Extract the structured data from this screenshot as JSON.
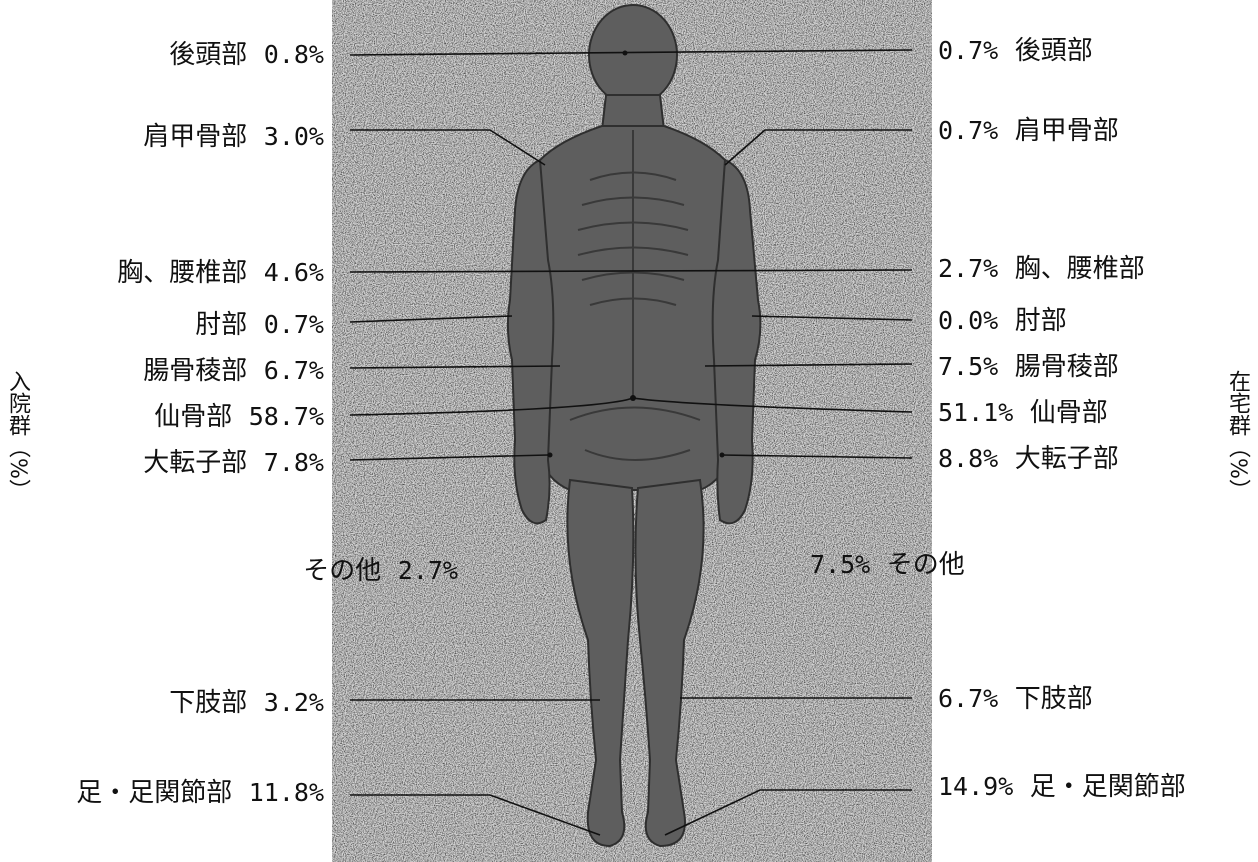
{
  "group_left": "入院群（%）",
  "group_right": "在宅群（%）",
  "sites": [
    {
      "name": "後頭部",
      "inpatient": "0.8%",
      "home": "0.7%"
    },
    {
      "name": "肩甲骨部",
      "inpatient": "3.0%",
      "home": "0.7%"
    },
    {
      "name": "胸、腰椎部",
      "inpatient": "4.6%",
      "home": "2.7%"
    },
    {
      "name": "肘部",
      "inpatient": "0.7%",
      "home": "0.0%"
    },
    {
      "name": "腸骨稜部",
      "inpatient": "6.7%",
      "home": "7.5%"
    },
    {
      "name": "仙骨部",
      "inpatient": "58.7%",
      "home": "51.1%"
    },
    {
      "name": "大転子部",
      "inpatient": "7.8%",
      "home": "8.8%"
    },
    {
      "name": "その他",
      "inpatient": "2.7%",
      "home": "7.5%"
    },
    {
      "name": "下肢部",
      "inpatient": "3.2%",
      "home": "6.7%"
    },
    {
      "name": "足・足関節部",
      "inpatient": "11.8%",
      "home": "14.9%"
    }
  ],
  "colors": {
    "figure": "#5f5f5f",
    "figure_dark": "#3d3d3d",
    "background_speckle": "#bdbdbd"
  }
}
